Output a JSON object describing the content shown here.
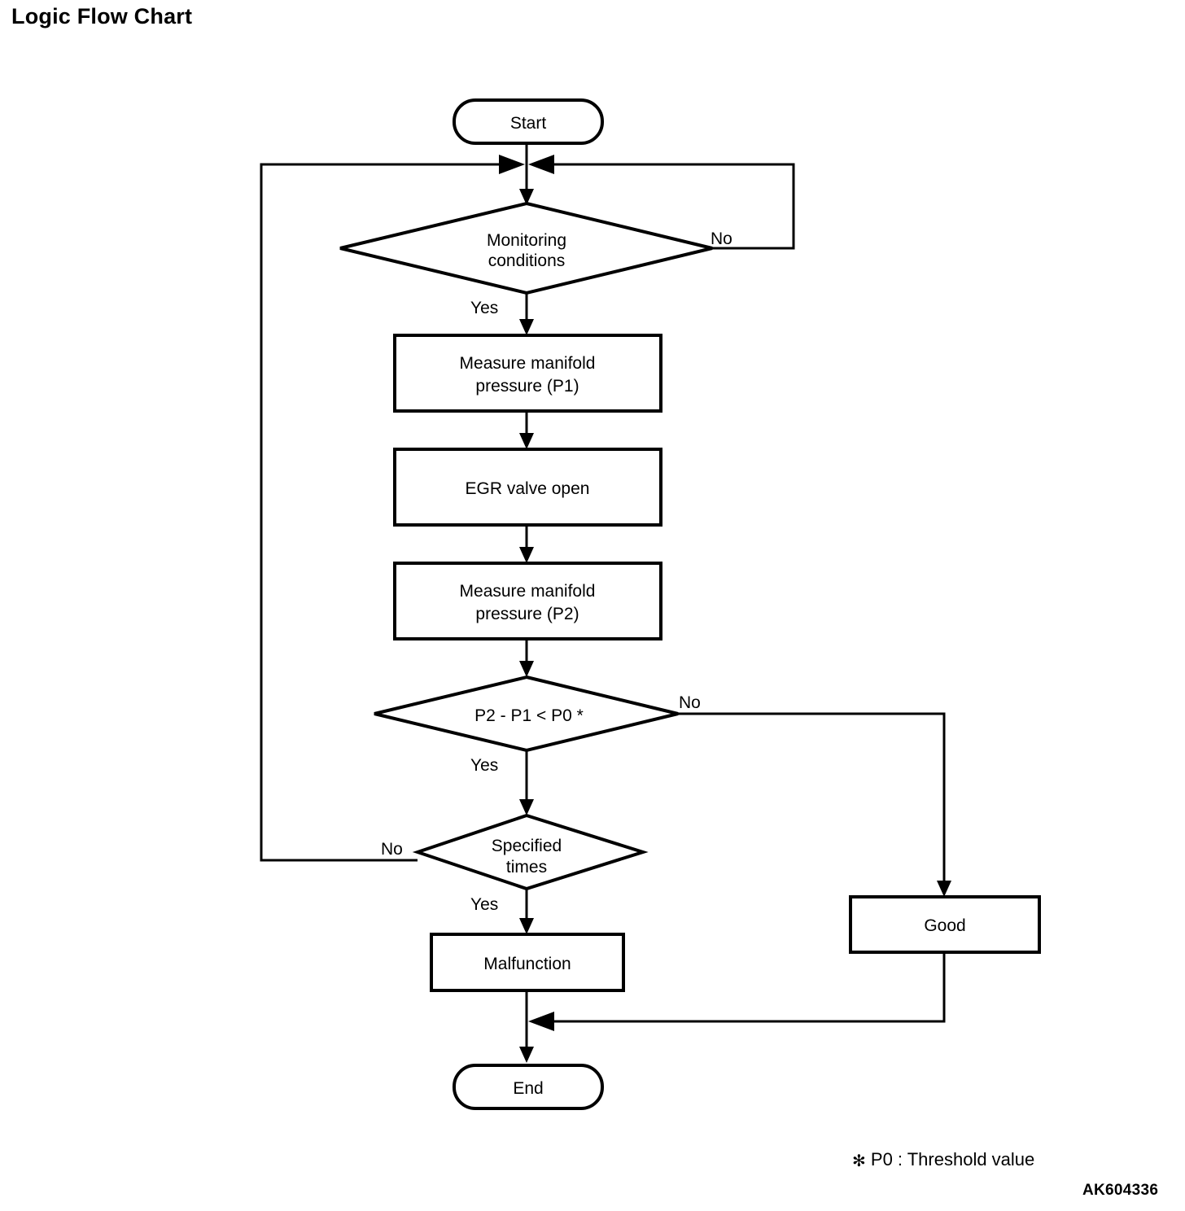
{
  "page": {
    "title": "Logic Flow Chart",
    "reference_code": "AK604336",
    "footnote": "P0 : Threshold value",
    "footnote_marker": "✻",
    "line_color": "#000000",
    "background_color": "#ffffff"
  },
  "chart_data": {
    "type": "diagram",
    "title": "Logic Flow Chart",
    "nodes": [
      {
        "id": "start",
        "shape": "terminator",
        "label": "Start"
      },
      {
        "id": "monitoring",
        "shape": "decision",
        "label": "Monitoring conditions",
        "line1": "Monitoring",
        "line2": "conditions"
      },
      {
        "id": "measure_p1",
        "shape": "process",
        "label": "Measure manifold pressure (P1)",
        "line1": "Measure manifold",
        "line2": "pressure (P1)"
      },
      {
        "id": "egr_open",
        "shape": "process",
        "label": "EGR valve open",
        "line1": "EGR valve open",
        "line2": ""
      },
      {
        "id": "measure_p2",
        "shape": "process",
        "label": "Measure manifold pressure (P2)",
        "line1": "Measure manifold",
        "line2": "pressure (P2)"
      },
      {
        "id": "compare",
        "shape": "decision",
        "label": "P2 - P1 < P0 *",
        "line1": "P2 - P1 < P0 *",
        "line2": ""
      },
      {
        "id": "spec_times",
        "shape": "decision",
        "label": "Specified times",
        "line1": "Specified",
        "line2": "times"
      },
      {
        "id": "malfunction",
        "shape": "process",
        "label": "Malfunction"
      },
      {
        "id": "good",
        "shape": "process",
        "label": "Good"
      },
      {
        "id": "end",
        "shape": "terminator",
        "label": "End"
      }
    ],
    "edges": [
      {
        "from": "start",
        "to": "monitoring",
        "label": ""
      },
      {
        "from": "monitoring",
        "to": "measure_p1",
        "label": "Yes"
      },
      {
        "from": "monitoring",
        "to": "monitoring",
        "label": "No"
      },
      {
        "from": "measure_p1",
        "to": "egr_open",
        "label": ""
      },
      {
        "from": "egr_open",
        "to": "measure_p2",
        "label": ""
      },
      {
        "from": "measure_p2",
        "to": "compare",
        "label": ""
      },
      {
        "from": "compare",
        "to": "spec_times",
        "label": "Yes"
      },
      {
        "from": "compare",
        "to": "good",
        "label": "No"
      },
      {
        "from": "spec_times",
        "to": "malfunction",
        "label": "Yes"
      },
      {
        "from": "spec_times",
        "to": "monitoring",
        "label": "No"
      },
      {
        "from": "malfunction",
        "to": "end",
        "label": ""
      },
      {
        "from": "good",
        "to": "end",
        "label": ""
      }
    ],
    "edge_labels": {
      "monitoring_yes": "Yes",
      "monitoring_no": "No",
      "compare_yes": "Yes",
      "compare_no": "No",
      "spec_yes": "Yes",
      "spec_no": "No"
    }
  }
}
